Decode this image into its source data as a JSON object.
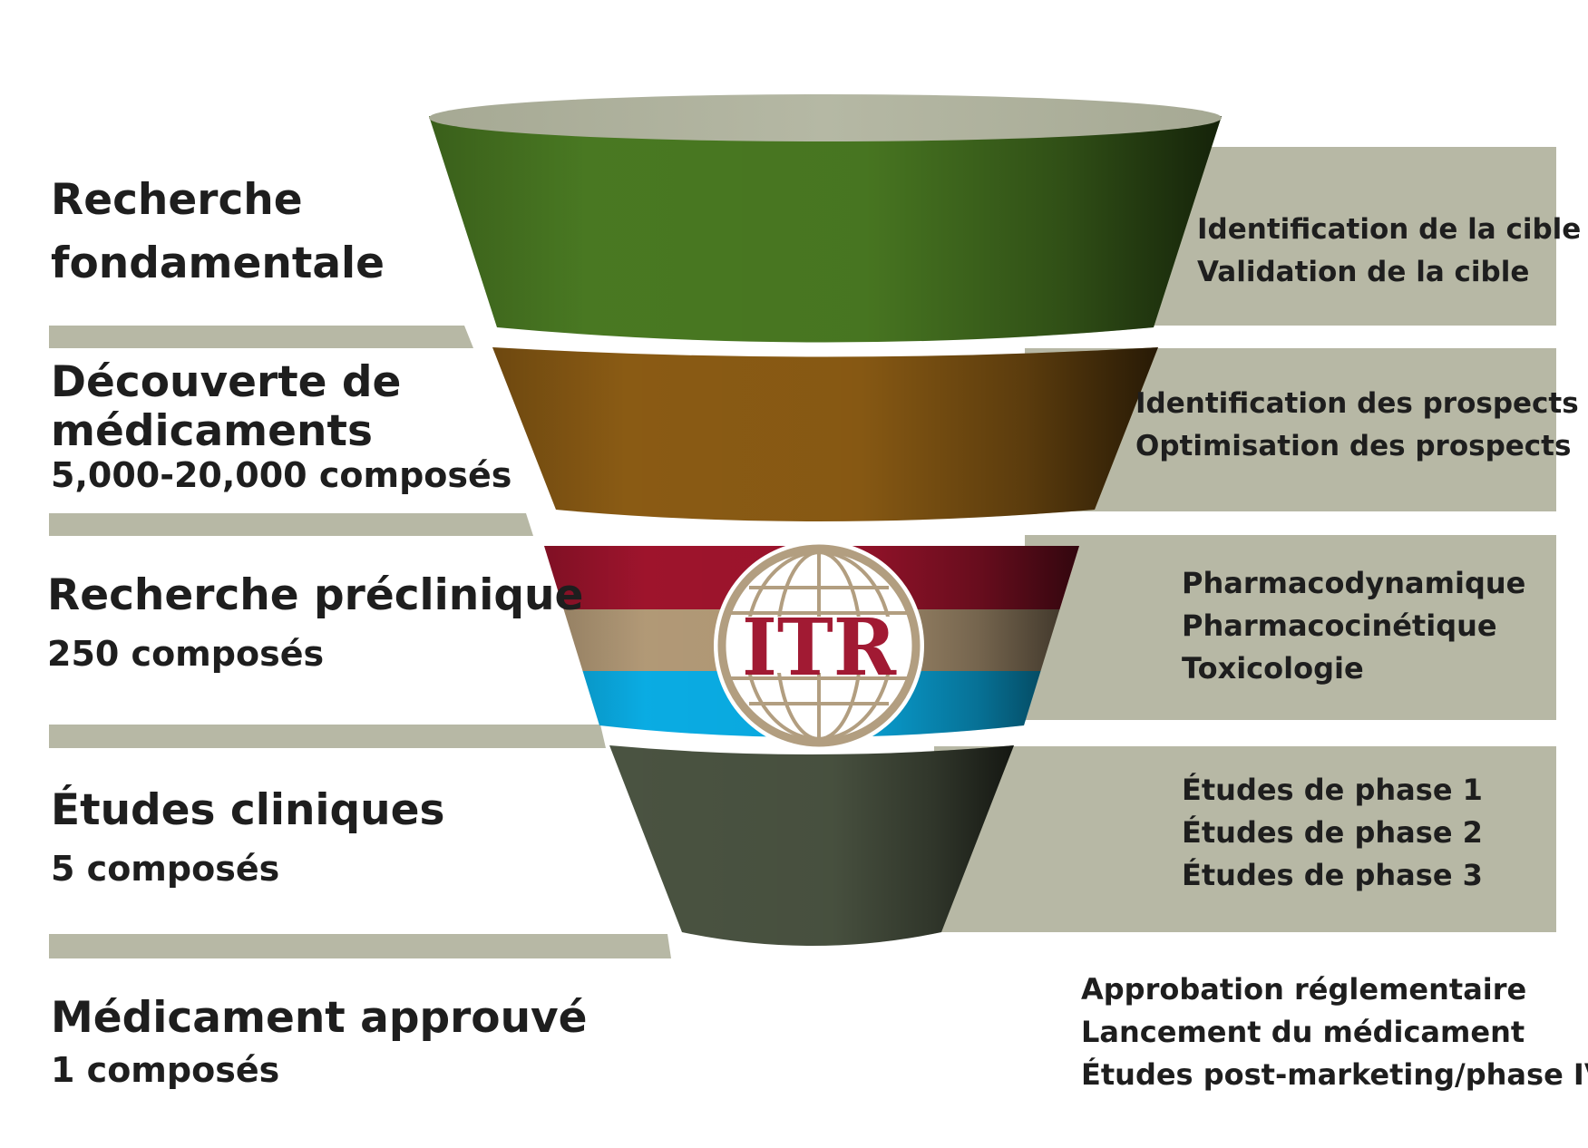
{
  "stages": [
    {
      "title_lines": [
        "Recherche",
        "fondamentale"
      ],
      "count": "",
      "steps": [
        "Identification de la cible",
        "Validation de la cible"
      ],
      "color": "#4a7a22"
    },
    {
      "title_lines": [
        "Découverte de",
        "médicaments"
      ],
      "count": "5,000-20,000 composés",
      "steps": [
        "Identification des prospects",
        "Optimisation des prospects"
      ],
      "color": "#8c5c14"
    },
    {
      "title_lines": [
        "Recherche préclinique"
      ],
      "count": "250 composés",
      "steps": [
        "Pharmacodynamique",
        "Pharmacocinétique",
        "Toxicologie"
      ],
      "colors": [
        "#a0142d",
        "#b49b78",
        "#0aaee6"
      ]
    },
    {
      "title_lines": [
        "Études cliniques"
      ],
      "count": "5 composés",
      "steps": [
        "Études de phase 1",
        "Études de phase 2",
        "Études de phase 3"
      ],
      "color": "#4a5341"
    },
    {
      "title_lines": [
        "Médicament approuvé"
      ],
      "count": "1 composés",
      "steps": [
        "Approbation réglementaire",
        "Lancement du médicament",
        "Études post-marketing/phase IV"
      ]
    }
  ],
  "logo": {
    "text": "ITR",
    "letter_color": "#a11a33",
    "ring_color": "#b29e80"
  },
  "colors": {
    "panel": "#b7b8a5",
    "text": "#1e1e1e"
  }
}
